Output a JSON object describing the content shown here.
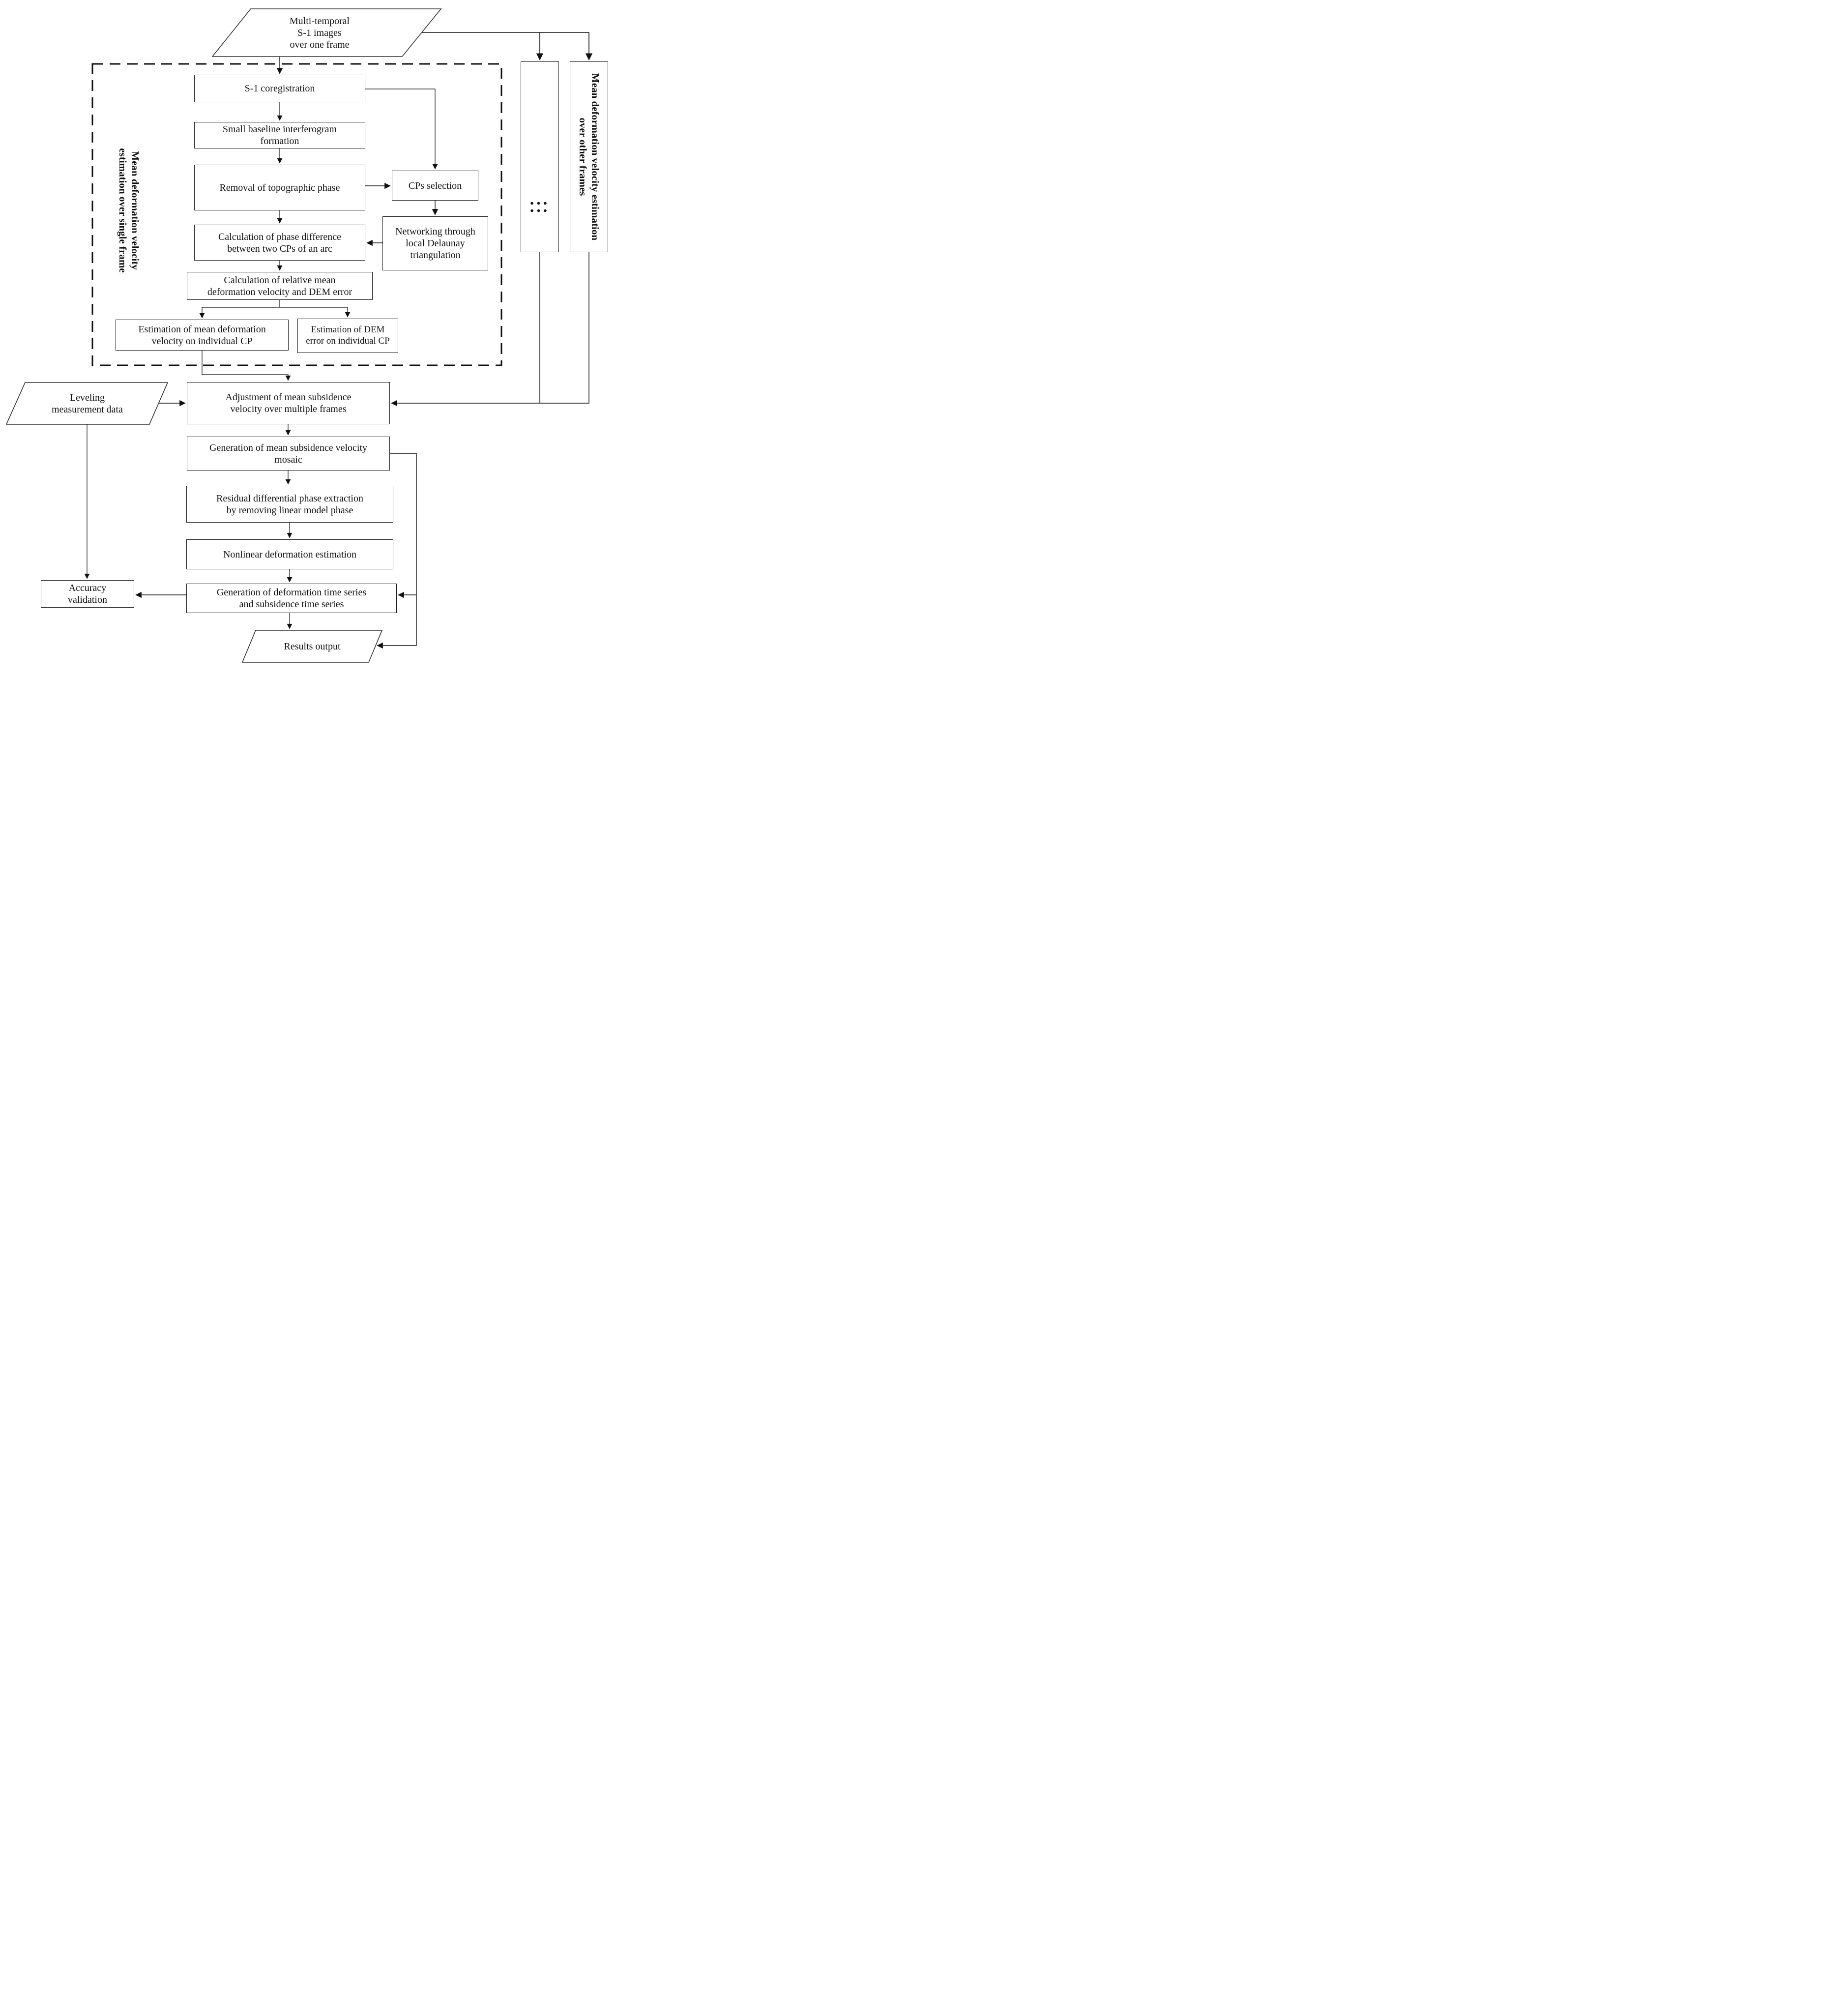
{
  "colors": {
    "line": "#1a1a1a",
    "background": "#ffffff"
  },
  "nodes": {
    "multi_temporal": "Multi-temporal\nS-1 images\nover one frame",
    "s1_coregistration": "S-1 coregistration",
    "small_baseline": "Small baseline interferogram\nformation",
    "removal_topographic": "Removal of topographic phase",
    "cps_selection": "CPs selection",
    "networking": "Networking through\nlocal Delaunay\ntriangulation",
    "calc_phase_difference": "Calculation of phase difference\nbetween two CPs of an arc",
    "calc_relative_mean": "Calculation of relative mean\ndeformation velocity and DEM error",
    "est_mean_deformation": "Estimation of mean deformation\nvelocity on individual CP",
    "est_dem_error": "Estimation of DEM\nerror on individual CP",
    "single_frame_label": "Mean deformation velocity\nestimation over single frame",
    "other_frames_label": "Mean deformation velocity estimation\nover other frames",
    "ellipsis": "...\n...",
    "leveling": "Leveling\nmeasurement data",
    "adjustment": "Adjustment of mean subsidence\nvelocity over multiple frames",
    "mosaic": "Generation of mean subsidence velocity\nmosaic",
    "residual": "Residual differential phase extraction\nby removing linear model phase",
    "nonlinear": "Nonlinear deformation estimation",
    "gen_timeseries": "Generation of deformation time series\nand subsidence time series",
    "accuracy": "Accuracy\nvalidation",
    "results": "Results output"
  }
}
